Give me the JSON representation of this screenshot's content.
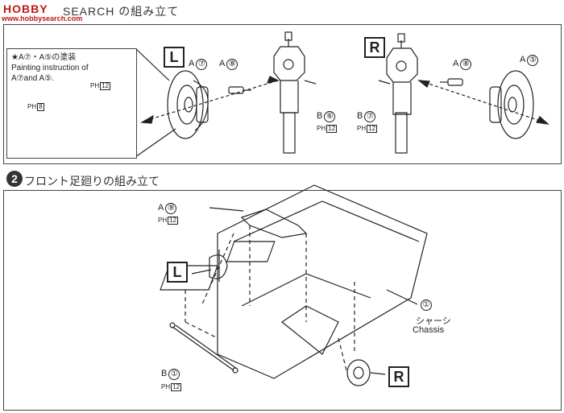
{
  "watermark": {
    "brand": "HOBBY",
    "site": "www.hobbysearch.com"
  },
  "step1": {
    "title": "SEARCH の組み立て"
  },
  "note": {
    "heading": "★A⑦・A⑤の塗装",
    "en_line1": "Painting instruction of",
    "en_line2": "A⑦and A⑤."
  },
  "note_labels": {
    "ph12": "PH",
    "ph12_num": "12",
    "ph8": "PH",
    "ph8_num": "8"
  },
  "left_side": {
    "badge": "L",
    "a7": "A",
    "a7_num": "⑦",
    "a8": "A",
    "a8_num": "⑧",
    "b6": "B",
    "b6_num": "⑥",
    "ph": "PH",
    "ph_num": "12"
  },
  "right_side": {
    "badge": "R",
    "a8": "A",
    "a8_num": "⑧",
    "a5": "A",
    "a5_num": "⑤",
    "b7": "B",
    "b7_num": "⑦",
    "ph": "PH",
    "ph_num": "12"
  },
  "step2": {
    "number": "2",
    "title": "フロント足廻りの組み立て"
  },
  "step2_labels": {
    "a9": "A",
    "a9_num": "⑨",
    "ph_top": "PH",
    "ph_top_num": "12",
    "badge_l": "L",
    "badge_r": "R",
    "chassis_num": "①",
    "chassis_jp": "シャーシ",
    "chassis_en": "Chassis",
    "b1": "B",
    "b1_num": "①",
    "ph_bottom": "PH",
    "ph_bottom_num": "12"
  }
}
